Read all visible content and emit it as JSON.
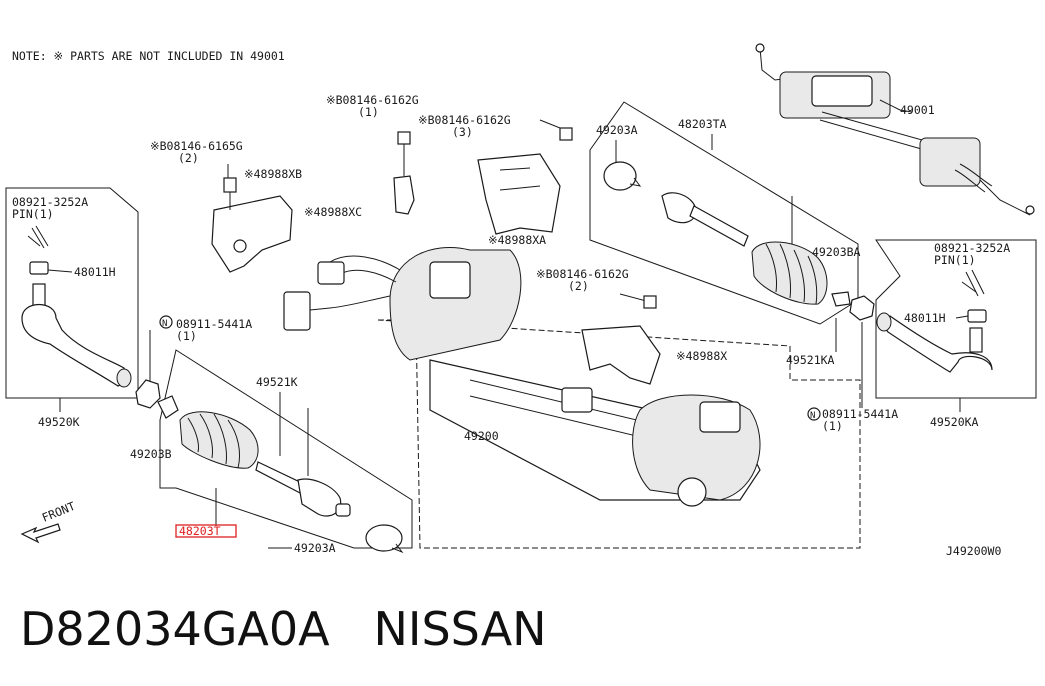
{
  "note": "NOTE: ※ PARTS ARE NOT INCLUDED IN   49001",
  "diagram_code": "J49200W0",
  "caption": "D82034GA0A   NISSAN",
  "front_label": "FRONT",
  "highlight_color": "#e02020",
  "callouts": {
    "p49001": "49001",
    "p49200": "49200",
    "p48203TA": "48203TA",
    "p48203T": "48203T",
    "p49203A_right": "49203A",
    "p49203A_left": "49203A",
    "p49203BA": "49203BA",
    "p49203B": "49203B",
    "p49521KA": "49521KA",
    "p49521K": "49521K",
    "p49520K": "49520K",
    "p49520KA": "49520KA",
    "p48011H_left": "48011H",
    "p48011H_right": "48011H",
    "pin_code_left": "08921-3252A",
    "pin_label_left": "PIN(1)",
    "pin_code_right": "08921-3252A",
    "pin_label_right": "PIN(1)",
    "nut_left": "08911-5441A",
    "nut_right": "08911-5441A",
    "nut_right_qty": "(1)",
    "bolt_6165G": "※B08146-6165G",
    "bolt_6165G_qty": "(2)",
    "bolt_6162G_top": "※B08146-6162G",
    "bolt_6162G_top_qty": "(1)",
    "bolt_6162G_mid": "※B08146-6162G",
    "bolt_6162G_mid_qty": "(3)",
    "bolt_6162G_low": "※B08146-6162G",
    "bolt_6162G_low_qty": "(2)",
    "p48988XB": "※48988XB",
    "p48988XC": "※48988XC",
    "p48988XA": "※48988XA",
    "p48988X": "※48988X",
    "n_symbol": "N"
  }
}
